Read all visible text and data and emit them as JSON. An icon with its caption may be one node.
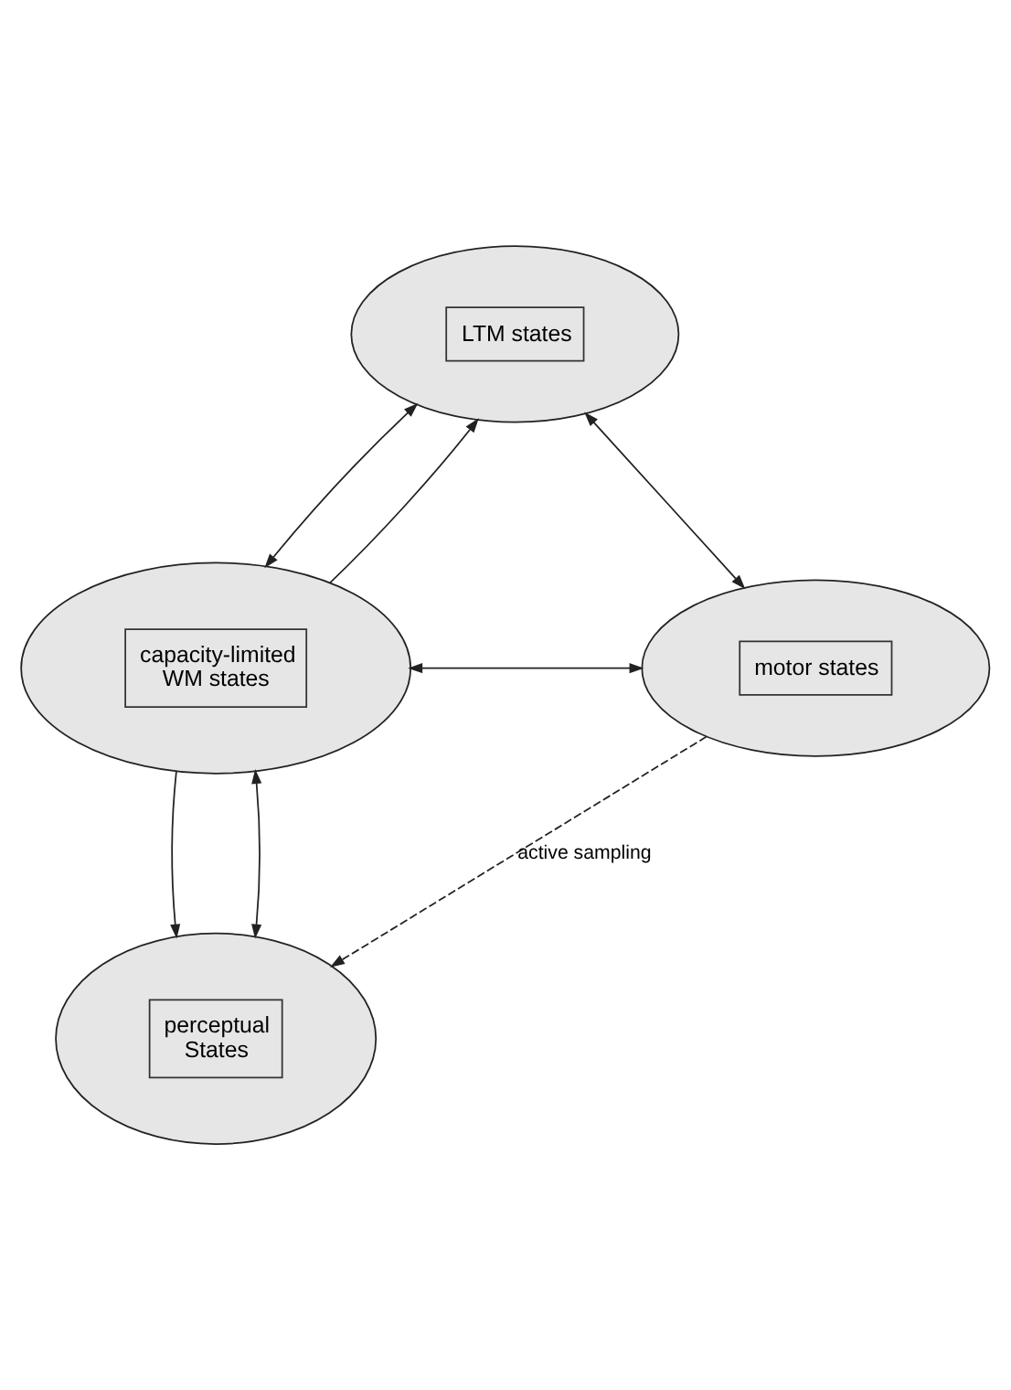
{
  "diagram": {
    "nodes": [
      {
        "text": [
          "LTM states"
        ]
      },
      {
        "text": [
          "capacity-limited WM states"
        ]
      },
      {
        "text": [
          "motor states"
        ]
      },
      {
        "text": [
          "perceptual States"
        ]
      }
    ],
    "edges": [
      {
        "from": 1,
        "to": 0,
        "arrow": "to"
      },
      {
        "from": 0,
        "to": 1,
        "arrow": "both"
      },
      {
        "from": 0,
        "to": 2,
        "arrow": "both"
      },
      {
        "from": 1,
        "to": 2,
        "arrow": "both"
      },
      {
        "from": 1,
        "to": 3,
        "arrow": "to"
      },
      {
        "from": 1,
        "to": 3,
        "arrow": "both"
      },
      {
        "from": 2,
        "to": 3,
        "arrow": "to",
        "label": "active sampling",
        "style": "dashed"
      }
    ]
  }
}
